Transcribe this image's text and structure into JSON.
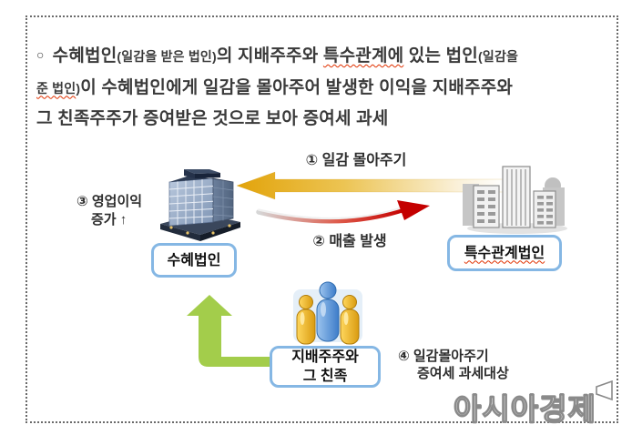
{
  "intro": {
    "bullet": "○",
    "line1": {
      "main1": "수혜법인",
      "paren1": "(일감을 받은 법인)",
      "main2": "의 지배주주와 ",
      "misspell": "특수관계에",
      "main3": " 있는 법인",
      "paren2": "(일감을"
    },
    "line2": {
      "paren_misspell": "준 법인",
      "paren_close": ")",
      "main": "이 수혜법인에게 일감을 몰아주어 발생한 이익을 지배주주와"
    },
    "line3": {
      "main": "그 친족주주가 증여받은 것으로 보아 증여세 과세"
    }
  },
  "diagram": {
    "label_step1": "① 일감 몰아주기",
    "label_step2": "② 매출 발생",
    "note_step3_line1": "③ 영업이익",
    "note_step3_line2": "증가 ↑",
    "note_step4_line1": "④ 일감몰아주기",
    "note_step4_line2": "증여세 과세대상",
    "entity_left": "수혜법인",
    "entity_right": "특수관계법인",
    "entity_bottom_line1": "지배주주와",
    "entity_bottom_line2": "그 친족",
    "icons": {
      "left": "office-building-icon",
      "right": "city-buildings-icon",
      "bottom": "shareholders-people-icon",
      "arrow1": "work-funneling-arrow-left",
      "arrow2": "sales-swoosh-arrow-right",
      "arrow3": "gift-elbow-arrow-up"
    }
  },
  "watermark": {
    "text": "아시아경제",
    "mark": "speech-bubble-mark"
  },
  "colors": {
    "arrow_work": "#e2a30a",
    "arrow_sales": "#c40000",
    "arrow_gift": "#a3cd4b",
    "entity_box_border": "#85b7e4",
    "misspell_underline": "#e03000",
    "text_main": "#3a3a3a"
  }
}
